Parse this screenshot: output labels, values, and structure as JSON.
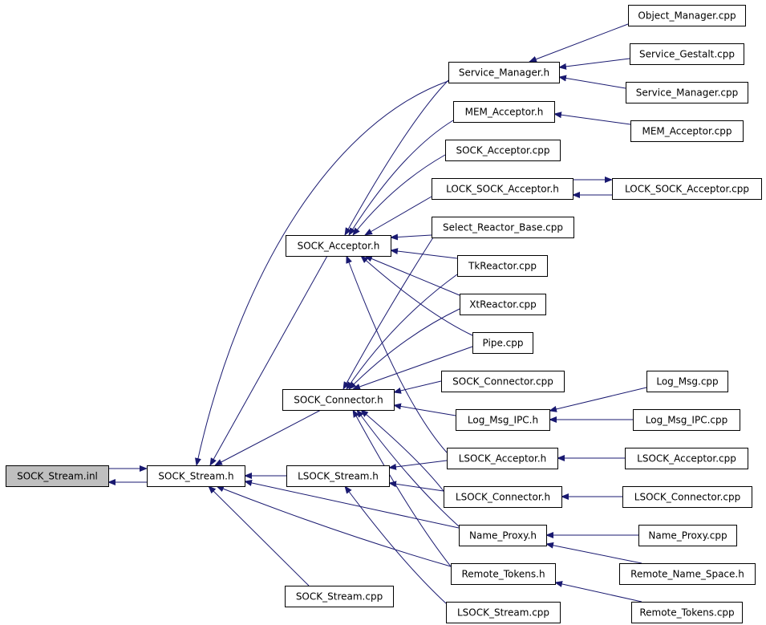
{
  "diagram": {
    "title": "",
    "colors": {
      "edge": "#191970",
      "node_fill": "#ffffff",
      "node_border": "#000000",
      "root_fill": "#bfbfbf",
      "truncated_border": "#ff0000"
    },
    "nodes": [
      {
        "id": "n_sock_stream_inl",
        "label": "SOCK_Stream.inl",
        "style": "root"
      },
      {
        "id": "n_sock_stream_h",
        "label": "SOCK_Stream.h",
        "style": "normal"
      },
      {
        "id": "n_sock_acceptor_h",
        "label": "SOCK_Acceptor.h",
        "style": "normal"
      },
      {
        "id": "n_sock_connector_h",
        "label": "SOCK_Connector.h",
        "style": "normal"
      },
      {
        "id": "n_lsock_stream_h",
        "label": "LSOCK_Stream.h",
        "style": "normal"
      },
      {
        "id": "n_sock_stream_cpp",
        "label": "SOCK_Stream.cpp",
        "style": "normal"
      },
      {
        "id": "n_service_manager_h",
        "label": "Service_Manager.h",
        "style": "normal"
      },
      {
        "id": "n_mem_acceptor_h",
        "label": "MEM_Acceptor.h",
        "style": "normal"
      },
      {
        "id": "n_sock_acceptor_cpp",
        "label": "SOCK_Acceptor.cpp",
        "style": "normal"
      },
      {
        "id": "n_lock_sock_acceptor_h",
        "label": "LOCK_SOCK_Acceptor.h",
        "style": "normal"
      },
      {
        "id": "n_select_reactor_base_cpp",
        "label": "Select_Reactor_Base.cpp",
        "style": "normal"
      },
      {
        "id": "n_tkreactor_cpp",
        "label": "TkReactor.cpp",
        "style": "normal"
      },
      {
        "id": "n_xtreactor_cpp",
        "label": "XtReactor.cpp",
        "style": "normal"
      },
      {
        "id": "n_pipe_cpp",
        "label": "Pipe.cpp",
        "style": "normal"
      },
      {
        "id": "n_sock_connector_cpp",
        "label": "SOCK_Connector.cpp",
        "style": "normal"
      },
      {
        "id": "n_log_msg_ipc_h",
        "label": "Log_Msg_IPC.h",
        "style": "normal"
      },
      {
        "id": "n_lsock_acceptor_h",
        "label": "LSOCK_Acceptor.h",
        "style": "normal"
      },
      {
        "id": "n_lsock_connector_h",
        "label": "LSOCK_Connector.h",
        "style": "normal"
      },
      {
        "id": "n_name_proxy_h",
        "label": "Name_Proxy.h",
        "style": "normal"
      },
      {
        "id": "n_remote_tokens_h",
        "label": "Remote_Tokens.h",
        "style": "normal"
      },
      {
        "id": "n_lsock_stream_cpp",
        "label": "LSOCK_Stream.cpp",
        "style": "normal"
      },
      {
        "id": "n_object_manager_cpp",
        "label": "Object_Manager.cpp",
        "style": "normal"
      },
      {
        "id": "n_service_gestalt_cpp",
        "label": "Service_Gestalt.cpp",
        "style": "normal"
      },
      {
        "id": "n_service_manager_cpp",
        "label": "Service_Manager.cpp",
        "style": "normal"
      },
      {
        "id": "n_mem_acceptor_cpp",
        "label": "MEM_Acceptor.cpp",
        "style": "normal"
      },
      {
        "id": "n_lock_sock_acceptor_cpp",
        "label": "LOCK_SOCK_Acceptor.cpp",
        "style": "normal"
      },
      {
        "id": "n_log_msg_cpp",
        "label": "Log_Msg.cpp",
        "style": "normal"
      },
      {
        "id": "n_log_msg_ipc_cpp",
        "label": "Log_Msg_IPC.cpp",
        "style": "normal"
      },
      {
        "id": "n_lsock_acceptor_cpp",
        "label": "LSOCK_Acceptor.cpp",
        "style": "normal"
      },
      {
        "id": "n_lsock_connector_cpp",
        "label": "LSOCK_Connector.cpp",
        "style": "normal"
      },
      {
        "id": "n_name_proxy_cpp",
        "label": "Name_Proxy.cpp",
        "style": "normal"
      },
      {
        "id": "n_remote_name_space_h",
        "label": "Remote_Name_Space.h",
        "style": "truncated"
      },
      {
        "id": "n_remote_tokens_cpp",
        "label": "Remote_Tokens.cpp",
        "style": "normal"
      }
    ]
  }
}
